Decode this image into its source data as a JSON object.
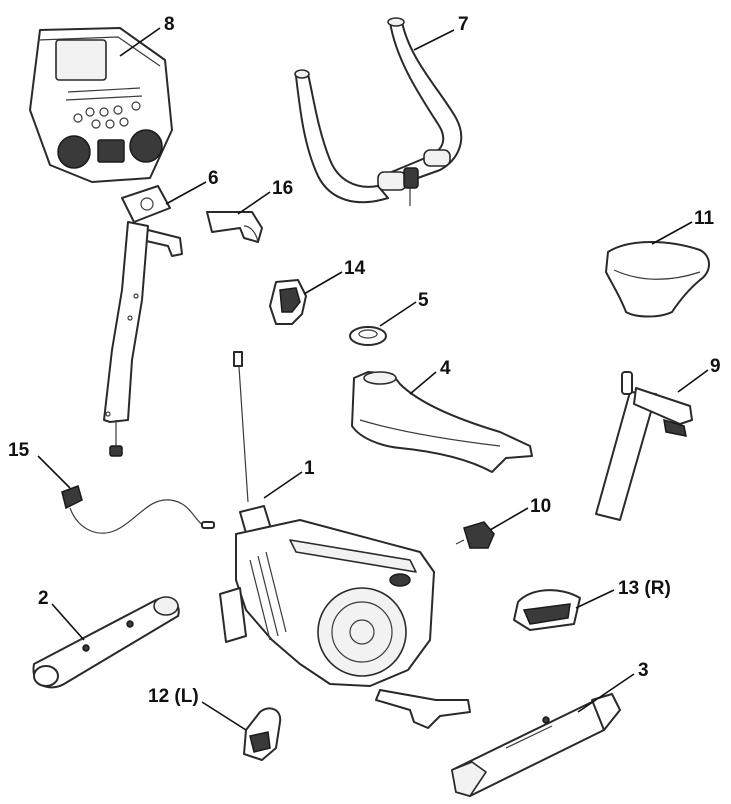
{
  "diagram": {
    "callouts": [
      {
        "id": "c1",
        "label": "1"
      },
      {
        "id": "c2",
        "label": "2"
      },
      {
        "id": "c3",
        "label": "3"
      },
      {
        "id": "c4",
        "label": "4"
      },
      {
        "id": "c5",
        "label": "5"
      },
      {
        "id": "c6",
        "label": "6"
      },
      {
        "id": "c7",
        "label": "7"
      },
      {
        "id": "c8",
        "label": "8"
      },
      {
        "id": "c9",
        "label": "9"
      },
      {
        "id": "c10",
        "label": "10"
      },
      {
        "id": "c11",
        "label": "11"
      },
      {
        "id": "c12",
        "label": "12 (L)"
      },
      {
        "id": "c13",
        "label": "13 (R)"
      },
      {
        "id": "c14",
        "label": "14"
      },
      {
        "id": "c15",
        "label": "15"
      },
      {
        "id": "c16",
        "label": "16"
      }
    ]
  },
  "colors": {
    "line": "#2a2a2a",
    "background": "#ffffff"
  }
}
